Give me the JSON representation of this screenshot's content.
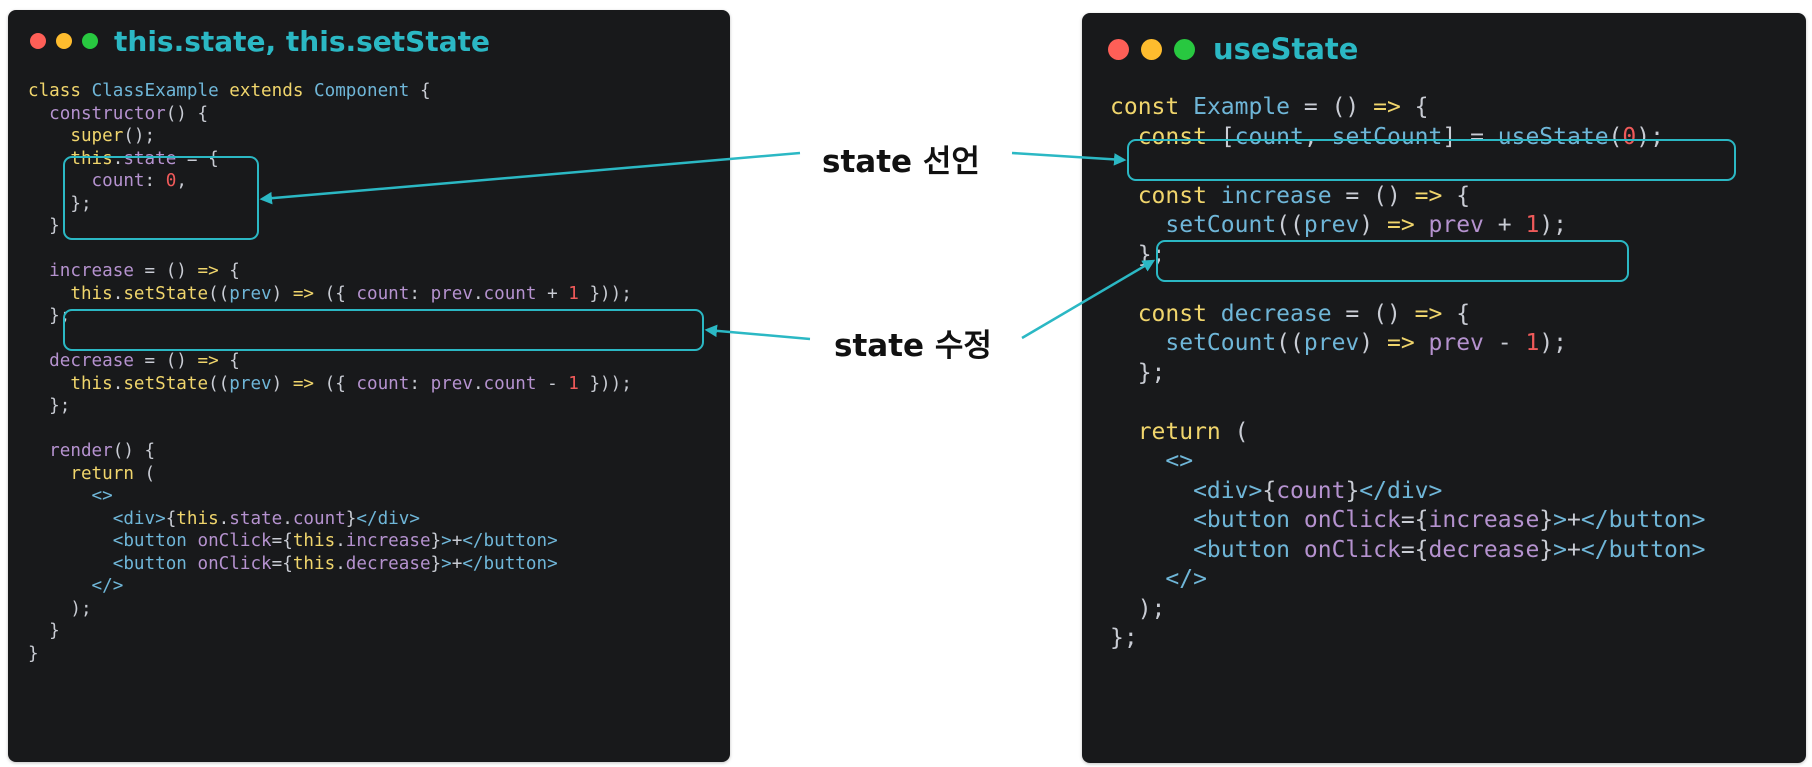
{
  "left_panel": {
    "title": "this.state, this.setState",
    "code": [
      [
        [
          "kw",
          "class "
        ],
        [
          "cls",
          "ClassExample "
        ],
        [
          "kw",
          "extends "
        ],
        [
          "cls",
          "Component "
        ],
        [
          "txt",
          "{"
        ]
      ],
      [
        [
          "fn",
          "  constructor"
        ],
        [
          "txt",
          "() {"
        ]
      ],
      [
        [
          "kw",
          "    super"
        ],
        [
          "txt",
          "();"
        ]
      ],
      [
        [
          "kw",
          "    this"
        ],
        [
          "txt",
          "."
        ],
        [
          "fn",
          "state"
        ],
        [
          "txt",
          " = {"
        ]
      ],
      [
        [
          "fn",
          "      count"
        ],
        [
          "txt",
          ": "
        ],
        [
          "num",
          "0"
        ],
        [
          "txt",
          ","
        ]
      ],
      [
        [
          "txt",
          "    };"
        ]
      ],
      [
        [
          "txt",
          "  }"
        ]
      ],
      [
        [
          "txt",
          ""
        ]
      ],
      [
        [
          "fn",
          "  increase"
        ],
        [
          "txt",
          " = () "
        ],
        [
          "kw",
          "=>"
        ],
        [
          "txt",
          " {"
        ]
      ],
      [
        [
          "kw",
          "    this"
        ],
        [
          "txt",
          "."
        ],
        [
          "kw",
          "setState"
        ],
        [
          "txt",
          "(("
        ],
        [
          "blu",
          "prev"
        ],
        [
          "txt",
          ") "
        ],
        [
          "kw",
          "=>"
        ],
        [
          "txt",
          " ({ "
        ],
        [
          "fn",
          "count"
        ],
        [
          "txt",
          ": "
        ],
        [
          "fn",
          "prev"
        ],
        [
          "txt",
          "."
        ],
        [
          "fn",
          "count"
        ],
        [
          "txt",
          " + "
        ],
        [
          "num",
          "1"
        ],
        [
          "txt",
          " }));"
        ]
      ],
      [
        [
          "txt",
          "  };"
        ]
      ],
      [
        [
          "txt",
          ""
        ]
      ],
      [
        [
          "fn",
          "  decrease"
        ],
        [
          "txt",
          " = () "
        ],
        [
          "kw",
          "=>"
        ],
        [
          "txt",
          " {"
        ]
      ],
      [
        [
          "kw",
          "    this"
        ],
        [
          "txt",
          "."
        ],
        [
          "kw",
          "setState"
        ],
        [
          "txt",
          "(("
        ],
        [
          "blu",
          "prev"
        ],
        [
          "txt",
          ") "
        ],
        [
          "kw",
          "=>"
        ],
        [
          "txt",
          " ({ "
        ],
        [
          "fn",
          "count"
        ],
        [
          "txt",
          ": "
        ],
        [
          "fn",
          "prev"
        ],
        [
          "txt",
          "."
        ],
        [
          "fn",
          "count"
        ],
        [
          "txt",
          " - "
        ],
        [
          "num",
          "1"
        ],
        [
          "txt",
          " }));"
        ]
      ],
      [
        [
          "txt",
          "  };"
        ]
      ],
      [
        [
          "txt",
          ""
        ]
      ],
      [
        [
          "fn",
          "  render"
        ],
        [
          "txt",
          "() {"
        ]
      ],
      [
        [
          "kw",
          "    return"
        ],
        [
          "txt",
          " ("
        ]
      ],
      [
        [
          "blu",
          "      <>"
        ]
      ],
      [
        [
          "blu",
          "        <div>"
        ],
        [
          "txt",
          "{"
        ],
        [
          "kw",
          "this"
        ],
        [
          "txt",
          "."
        ],
        [
          "fn",
          "state"
        ],
        [
          "txt",
          "."
        ],
        [
          "fn",
          "count"
        ],
        [
          "txt",
          "}"
        ],
        [
          "blu",
          "</div>"
        ]
      ],
      [
        [
          "blu",
          "        <button "
        ],
        [
          "fn",
          "onClick"
        ],
        [
          "txt",
          "={"
        ],
        [
          "kw",
          "this"
        ],
        [
          "txt",
          "."
        ],
        [
          "fn",
          "increase"
        ],
        [
          "txt",
          "}"
        ],
        [
          "blu",
          ">"
        ],
        [
          "txt",
          "+"
        ],
        [
          "blu",
          "</button>"
        ]
      ],
      [
        [
          "blu",
          "        <button "
        ],
        [
          "fn",
          "onClick"
        ],
        [
          "txt",
          "={"
        ],
        [
          "kw",
          "this"
        ],
        [
          "txt",
          "."
        ],
        [
          "fn",
          "decrease"
        ],
        [
          "txt",
          "}"
        ],
        [
          "blu",
          ">"
        ],
        [
          "txt",
          "+"
        ],
        [
          "blu",
          "</button>"
        ]
      ],
      [
        [
          "blu",
          "      </>"
        ]
      ],
      [
        [
          "txt",
          "    );"
        ]
      ],
      [
        [
          "txt",
          "  }"
        ]
      ],
      [
        [
          "txt",
          "}"
        ]
      ]
    ]
  },
  "right_panel": {
    "title": "useState",
    "code": [
      [
        [
          "kw",
          "const "
        ],
        [
          "cls",
          "Example"
        ],
        [
          "txt",
          " = () "
        ],
        [
          "kw",
          "=>"
        ],
        [
          "txt",
          " {"
        ]
      ],
      [
        [
          "kw",
          "  const "
        ],
        [
          "txt",
          "["
        ],
        [
          "blu",
          "count"
        ],
        [
          "txt",
          ", "
        ],
        [
          "blu",
          "setCount"
        ],
        [
          "txt",
          "] = "
        ],
        [
          "blu",
          "useState"
        ],
        [
          "txt",
          "("
        ],
        [
          "num",
          "0"
        ],
        [
          "txt",
          ");"
        ]
      ],
      [
        [
          "txt",
          ""
        ]
      ],
      [
        [
          "kw",
          "  const "
        ],
        [
          "blu",
          "increase"
        ],
        [
          "txt",
          " = () "
        ],
        [
          "kw",
          "=>"
        ],
        [
          "txt",
          " {"
        ]
      ],
      [
        [
          "blu",
          "    setCount"
        ],
        [
          "txt",
          "(("
        ],
        [
          "blu",
          "prev"
        ],
        [
          "txt",
          ") "
        ],
        [
          "kw",
          "=>"
        ],
        [
          "fn",
          " prev"
        ],
        [
          "txt",
          " + "
        ],
        [
          "num",
          "1"
        ],
        [
          "txt",
          ");"
        ]
      ],
      [
        [
          "txt",
          "  };"
        ]
      ],
      [
        [
          "txt",
          ""
        ]
      ],
      [
        [
          "kw",
          "  const "
        ],
        [
          "blu",
          "decrease"
        ],
        [
          "txt",
          " = () "
        ],
        [
          "kw",
          "=>"
        ],
        [
          "txt",
          " {"
        ]
      ],
      [
        [
          "blu",
          "    setCount"
        ],
        [
          "txt",
          "(("
        ],
        [
          "blu",
          "prev"
        ],
        [
          "txt",
          ") "
        ],
        [
          "kw",
          "=>"
        ],
        [
          "fn",
          " prev"
        ],
        [
          "txt",
          " - "
        ],
        [
          "num",
          "1"
        ],
        [
          "txt",
          ");"
        ]
      ],
      [
        [
          "txt",
          "  };"
        ]
      ],
      [
        [
          "txt",
          ""
        ]
      ],
      [
        [
          "kw",
          "  return"
        ],
        [
          "txt",
          " ("
        ]
      ],
      [
        [
          "blu",
          "    <>"
        ]
      ],
      [
        [
          "blu",
          "      <div>"
        ],
        [
          "txt",
          "{"
        ],
        [
          "fn",
          "count"
        ],
        [
          "txt",
          "}"
        ],
        [
          "blu",
          "</div>"
        ]
      ],
      [
        [
          "blu",
          "      <button "
        ],
        [
          "fn",
          "onClick"
        ],
        [
          "txt",
          "={"
        ],
        [
          "fn",
          "increase"
        ],
        [
          "txt",
          "}"
        ],
        [
          "blu",
          ">"
        ],
        [
          "txt",
          "+"
        ],
        [
          "blu",
          "</button>"
        ]
      ],
      [
        [
          "blu",
          "      <button "
        ],
        [
          "fn",
          "onClick"
        ],
        [
          "txt",
          "={"
        ],
        [
          "fn",
          "decrease"
        ],
        [
          "txt",
          "}"
        ],
        [
          "blu",
          ">"
        ],
        [
          "txt",
          "+"
        ],
        [
          "blu",
          "</button>"
        ]
      ],
      [
        [
          "blu",
          "    </>"
        ]
      ],
      [
        [
          "txt",
          "  );"
        ]
      ],
      [
        [
          "txt",
          "};"
        ]
      ]
    ]
  },
  "annotations": {
    "declare_label": "state 선언",
    "update_label": "state 수정"
  },
  "colors": {
    "panel_bg": "#18191b",
    "accent": "#2bb8c4",
    "keyword": "#f0d56c",
    "class_name": "#6fb6d8",
    "property": "#b592cf",
    "identifier": "#6fb6d8",
    "number": "#ef5a5a",
    "text": "#c9ccd4",
    "dot_red": "#fe5f57",
    "dot_yellow": "#febc2e",
    "dot_green": "#28c840"
  }
}
